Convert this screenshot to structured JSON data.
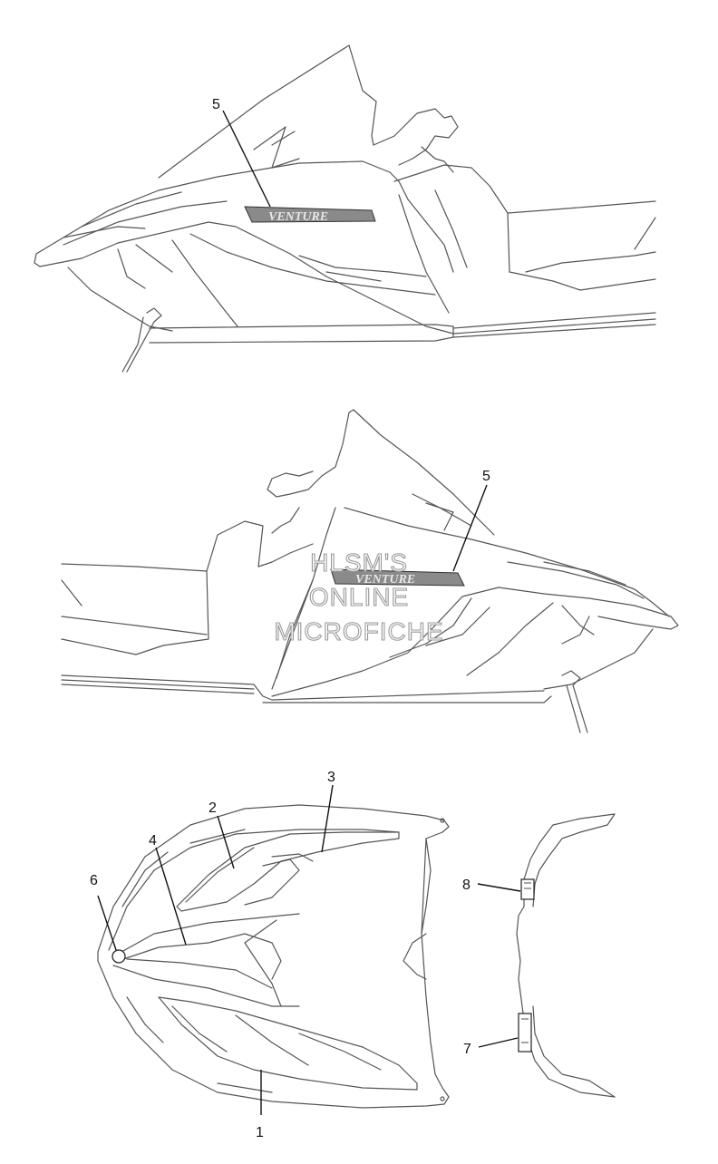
{
  "callouts": {
    "c1": "1",
    "c2": "2",
    "c3": "3",
    "c4": "4",
    "c5_top": "5",
    "c5_mid": "5",
    "c6": "6",
    "c7": "7",
    "c8": "8"
  },
  "decal_logo": "VENTURE",
  "watermark": {
    "line1": "HLSM'S",
    "line2": "ONLINE",
    "line3": "MICROFICHE"
  },
  "colors": {
    "line": "#555555",
    "leader": "#111111",
    "decal": "#8a8a8a"
  }
}
